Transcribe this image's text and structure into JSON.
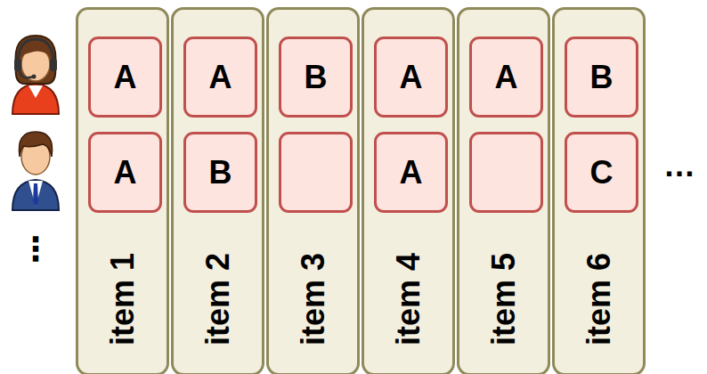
{
  "diagram": {
    "nodes": [
      {
        "text": [
          "item 1"
        ]
      },
      {
        "text": [
          "A"
        ],
        "in": 0
      },
      {
        "text": [
          "A"
        ],
        "in": 0
      },
      {
        "text": [
          "item 2"
        ]
      },
      {
        "text": [
          "A"
        ],
        "in": 3
      },
      {
        "text": [
          "B"
        ],
        "in": 3
      },
      {
        "text": [
          "item 3"
        ]
      },
      {
        "text": [
          "B"
        ],
        "in": 6
      },
      {
        "text": [
          "item 4"
        ]
      },
      {
        "text": [
          "A"
        ],
        "in": 8
      },
      {
        "text": [
          "A"
        ],
        "in": 8
      },
      {
        "text": [
          "item 5"
        ]
      },
      {
        "text": [
          "A"
        ],
        "in": 11
      },
      {
        "text": [
          "item 6"
        ]
      },
      {
        "text": [
          "B"
        ],
        "in": 13
      },
      {
        "text": [
          "C"
        ],
        "in": 13
      }
    ],
    "edges": [],
    "labels": [
      "⋮",
      "…"
    ]
  }
}
